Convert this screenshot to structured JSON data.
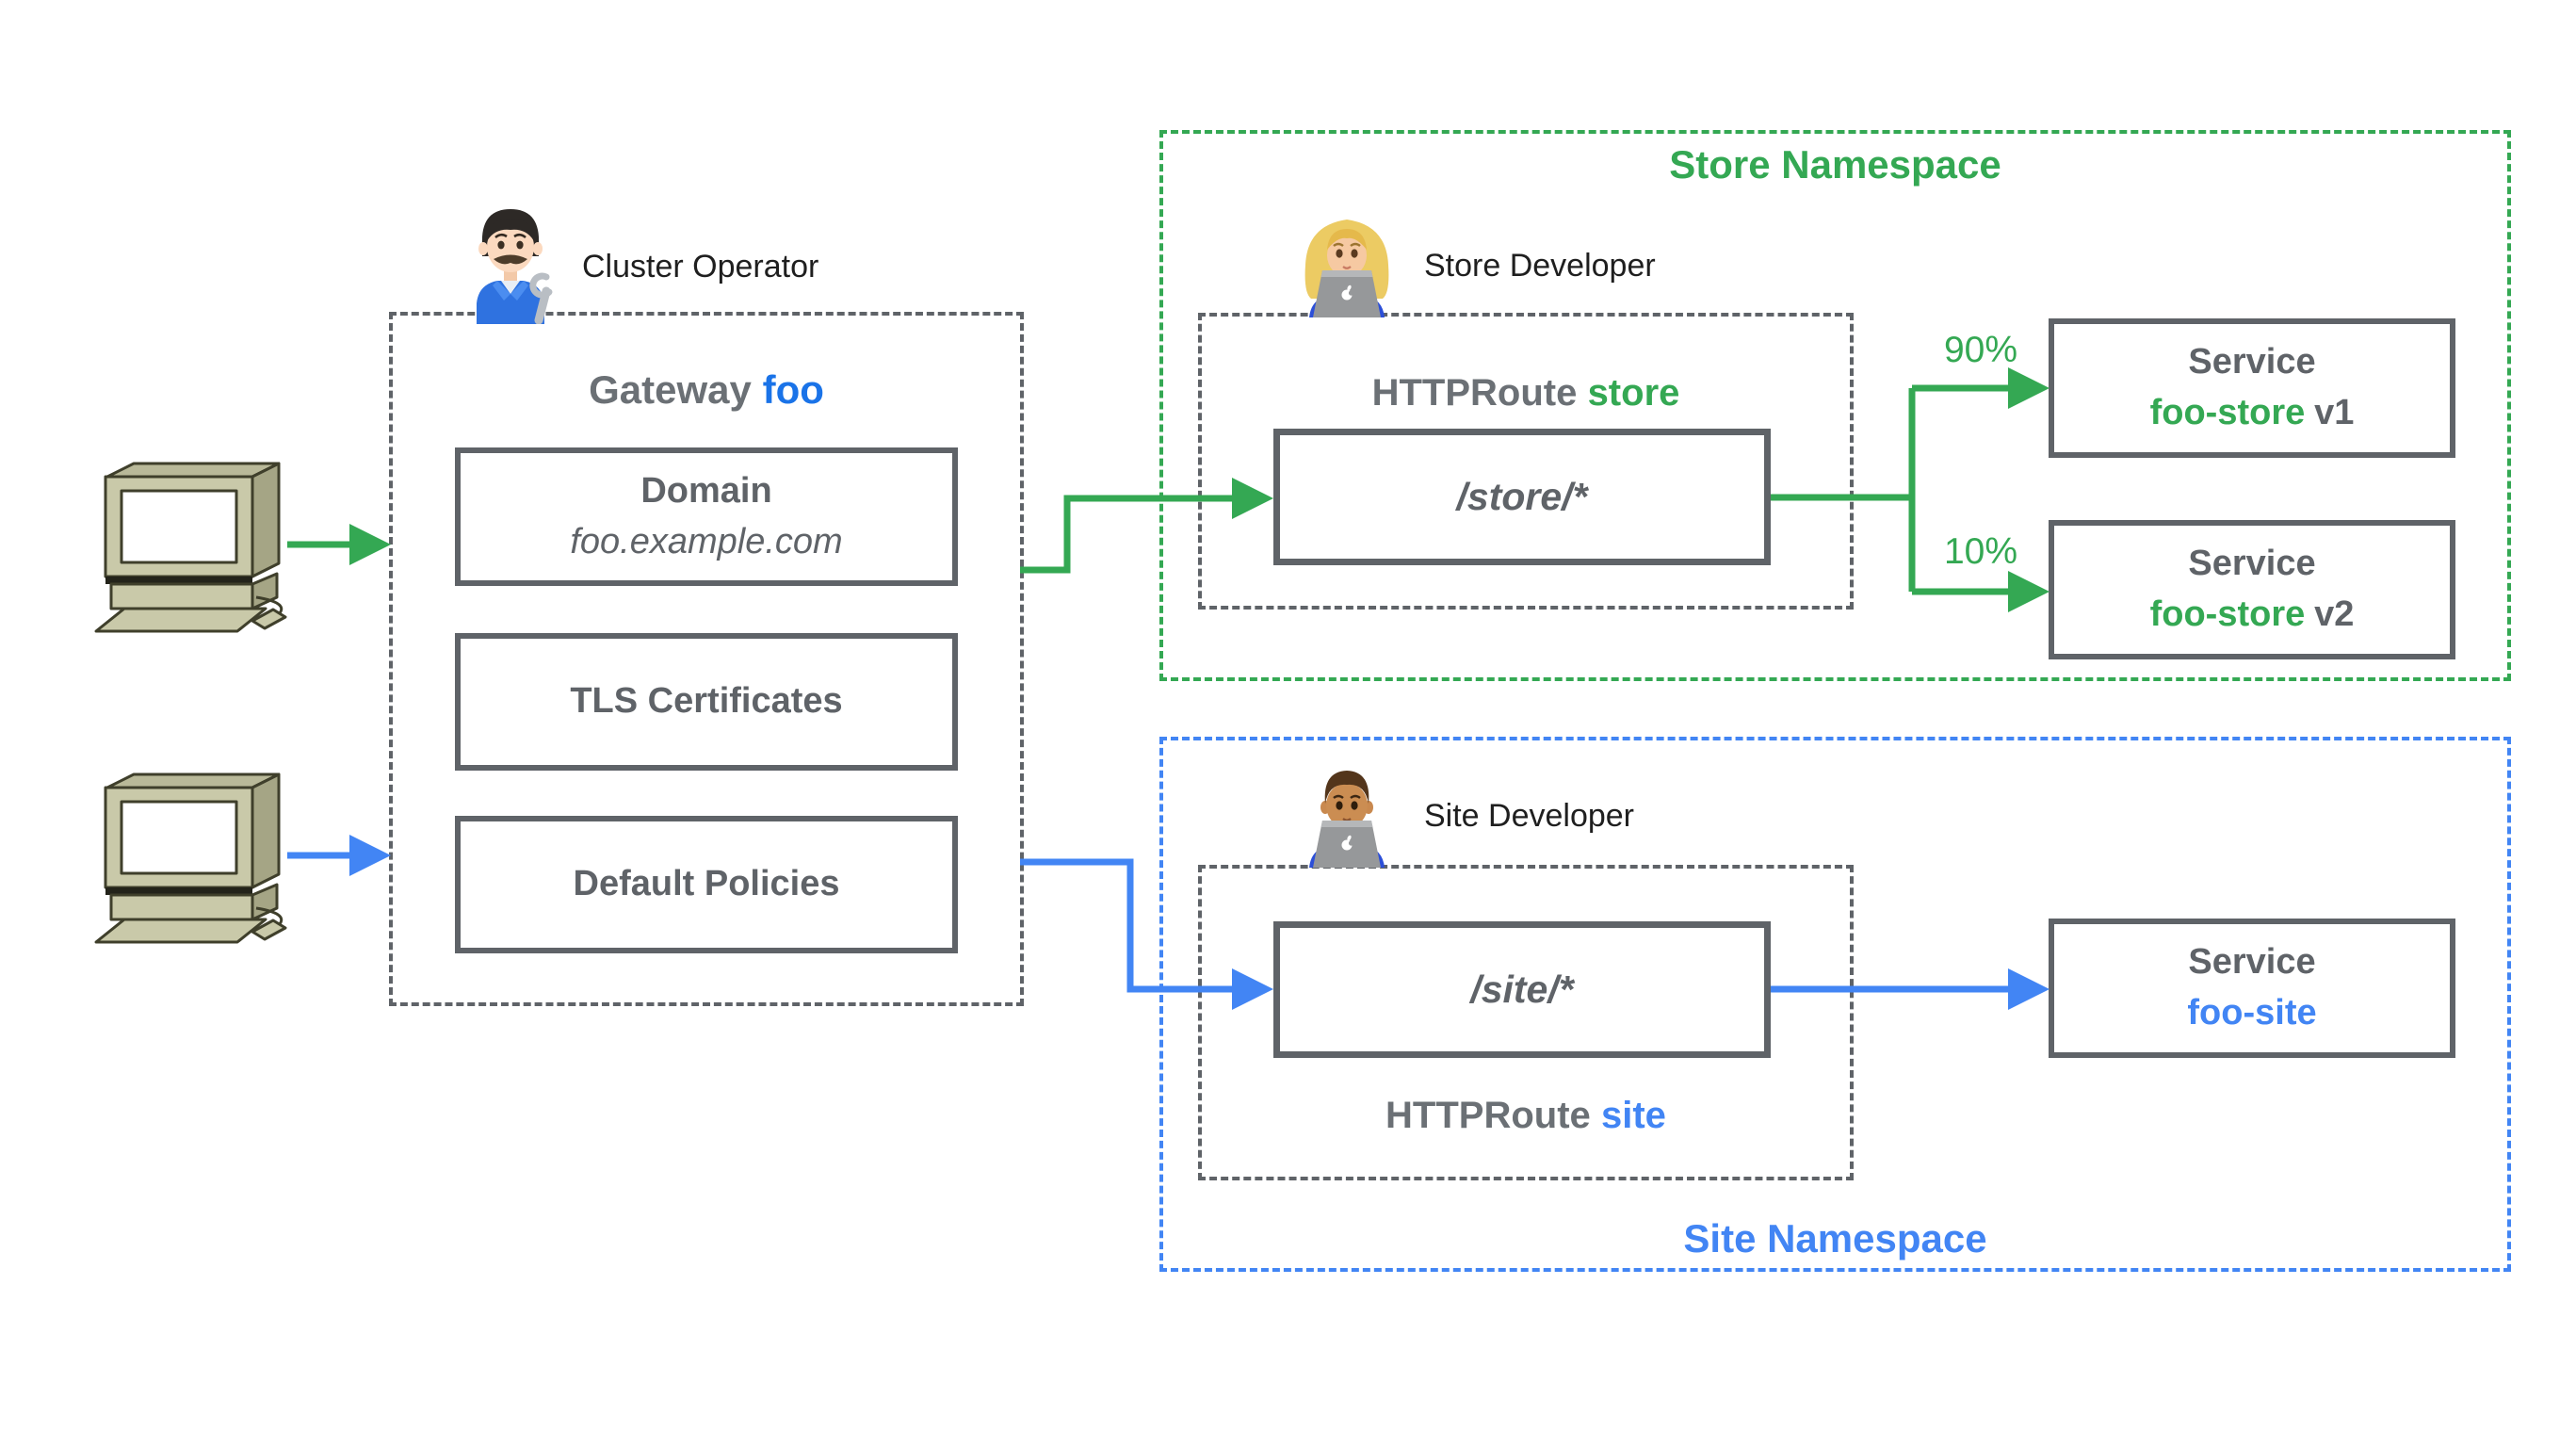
{
  "personas": {
    "cluster_operator": {
      "label": "Cluster Operator"
    },
    "store_developer": {
      "label": "Store Developer"
    },
    "site_developer": {
      "label": "Site Developer"
    }
  },
  "gateway": {
    "title_prefix": "Gateway",
    "title_name": "foo",
    "boxes": {
      "domain": {
        "title": "Domain",
        "value": "foo.example.com"
      },
      "tls": {
        "label": "TLS Certificates"
      },
      "policies": {
        "label": "Default Policies"
      }
    }
  },
  "store_namespace": {
    "label": "Store Namespace",
    "httproute": {
      "prefix": "HTTPRoute",
      "name": "store",
      "path": "/store/*"
    },
    "weights": {
      "v1": "90%",
      "v2": "10%"
    },
    "services": [
      {
        "kind": "Service",
        "name": "foo-store",
        "version": "v1"
      },
      {
        "kind": "Service",
        "name": "foo-store",
        "version": "v2"
      }
    ]
  },
  "site_namespace": {
    "label": "Site Namespace",
    "httproute": {
      "prefix": "HTTPRoute",
      "name": "site",
      "path": "/site/*"
    },
    "service": {
      "kind": "Service",
      "name": "foo-site",
      "version": ""
    }
  },
  "icons": {
    "client_top": "desktop-computer-icon",
    "client_bottom": "desktop-computer-icon",
    "cluster_operator": "man-mechanic-emoji",
    "store_developer": "woman-technologist-emoji",
    "site_developer": "man-technologist-emoji"
  },
  "colors": {
    "green": "#34a853",
    "blue": "#4285f4",
    "link_blue": "#1a73e8",
    "gray": "#5f6368",
    "title_gray": "#6b7075"
  }
}
